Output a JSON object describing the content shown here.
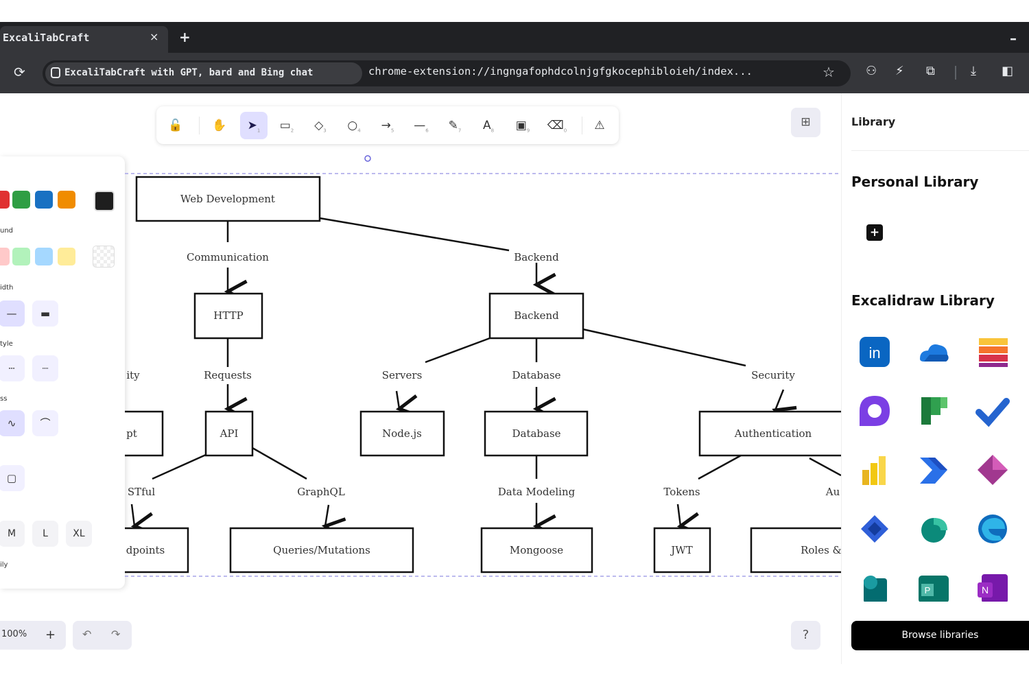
{
  "browser": {
    "tab_title": "ExcaliTabCraft",
    "tab_close": "×",
    "new_tab": "+",
    "site_chip": "ExcaliTabCraft with GPT, bard and Bing chat",
    "url": "chrome-extension://ingngafophdcolnjgfgkocephibloieh/index..."
  },
  "toolbar": {
    "tools": [
      {
        "name": "lock",
        "glyph": "🔓",
        "key": ""
      },
      {
        "name": "hand",
        "glyph": "✋",
        "key": ""
      },
      {
        "name": "selection",
        "glyph": "➤",
        "key": "1"
      },
      {
        "name": "rectangle",
        "glyph": "▭",
        "key": "2"
      },
      {
        "name": "diamond",
        "glyph": "◇",
        "key": "3"
      },
      {
        "name": "ellipse",
        "glyph": "○",
        "key": "4"
      },
      {
        "name": "arrow",
        "glyph": "→",
        "key": "5"
      },
      {
        "name": "line",
        "glyph": "—",
        "key": "6"
      },
      {
        "name": "draw",
        "glyph": "✎",
        "key": "7"
      },
      {
        "name": "text",
        "glyph": "A",
        "key": "8"
      },
      {
        "name": "image",
        "glyph": "▣",
        "key": "9"
      },
      {
        "name": "eraser",
        "glyph": "⌫",
        "key": "0"
      },
      {
        "name": "more-tools",
        "glyph": "⚠",
        "key": ""
      }
    ]
  },
  "properties": {
    "stroke_colors": [
      "#e03131",
      "#2f9e44",
      "#1971c2",
      "#f08c00",
      "#1e1e1e"
    ],
    "background_label": "und",
    "background_colors": [
      "#ffc9c9",
      "#b2f2bb",
      "#a5d8ff",
      "#ffec99"
    ],
    "stroke_width_label": "idth",
    "stroke_style_label": "tyle",
    "sloppiness_label": "ss",
    "edges_label": "",
    "font_size_label": "",
    "font_sizes": [
      "M",
      "L",
      "XL"
    ],
    "font_family_label": "ily"
  },
  "footer": {
    "zoom": "100%",
    "zoom_in": "+"
  },
  "diagram": {
    "nodes": {
      "web_dev": "Web Development",
      "http": "HTTP",
      "backend": "Backend",
      "script": "pt",
      "api": "API",
      "nodejs": "Node.js",
      "database": "Database",
      "auth": "Authentication",
      "endpoints": "dpoints",
      "queries": "Queries/Mutations",
      "mongoose": "Mongoose",
      "jwt": "JWT",
      "roles": "Roles &"
    },
    "edges": {
      "communication": "Communication",
      "backend": "Backend",
      "ity": "ity",
      "requests": "Requests",
      "servers": "Servers",
      "database": "Database",
      "security": "Security",
      "restful": "STful",
      "graphql": "GraphQL",
      "data_modeling": "Data Modeling",
      "tokens": "Tokens",
      "au": "Au"
    }
  },
  "library": {
    "title": "Library",
    "personal": "Personal Library",
    "excalidraw": "Excalidraw Library",
    "browse": "Browse libraries",
    "items": [
      "linkedin-icon",
      "onedrive-icon",
      "office-stack-icon",
      "teams-chat-icon",
      "planner-icon",
      "todo-icon",
      "powerbi-icon",
      "power-automate-icon",
      "power-apps-icon",
      "viva-icon",
      "edge-swirl-icon",
      "edge-icon",
      "sharepoint-icon",
      "publisher-icon",
      "onenote-icon"
    ]
  }
}
